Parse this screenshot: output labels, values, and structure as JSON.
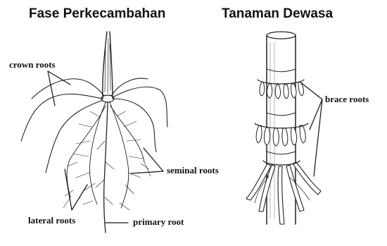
{
  "titles": {
    "left": "Fase Perkecambahan",
    "right": "Tanaman Dewasa"
  },
  "labels": {
    "crown_roots": "crown roots",
    "seminal_roots": "seminal roots",
    "lateral_roots": "lateral roots",
    "primary_root": "primary root",
    "brace_roots": "brace roots"
  },
  "colors": {
    "ink": "#111111",
    "background": "#ffffff"
  }
}
